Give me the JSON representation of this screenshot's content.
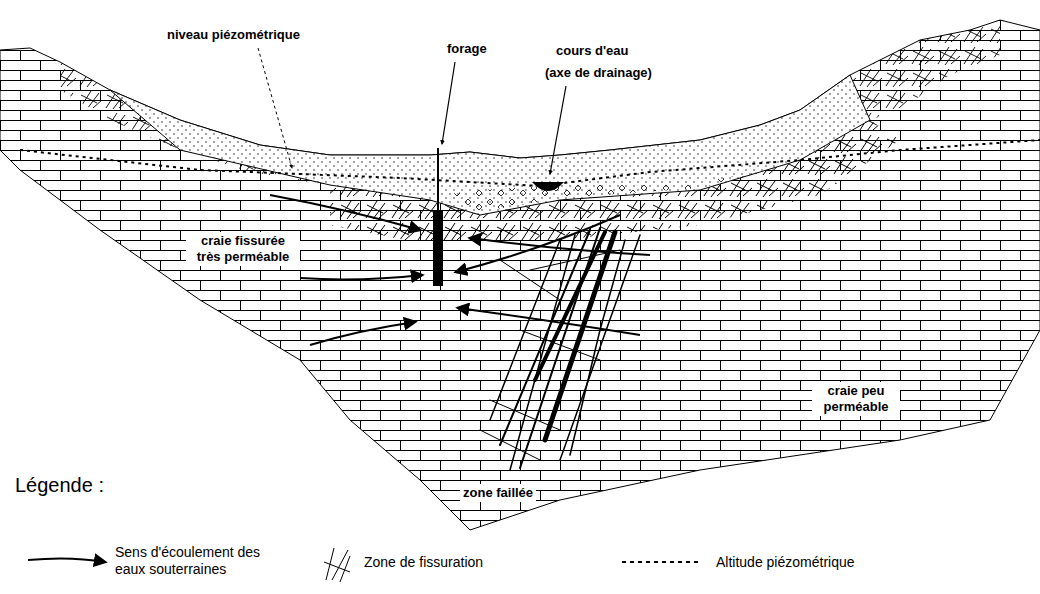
{
  "diagram": {
    "labels": [
      "niveau piézométrique",
      "forage",
      "cours d'eau",
      "(axe de drainage)",
      "craie fissurée très perméable",
      "craie peu perméable",
      "zone faillée",
      "Légende :"
    ],
    "legend": [
      {
        "text": "Sens d'écoulement des eaux souterraines"
      },
      {
        "text": "Zone de fissuration"
      },
      {
        "text": "Altitude piézométrique"
      }
    ]
  }
}
